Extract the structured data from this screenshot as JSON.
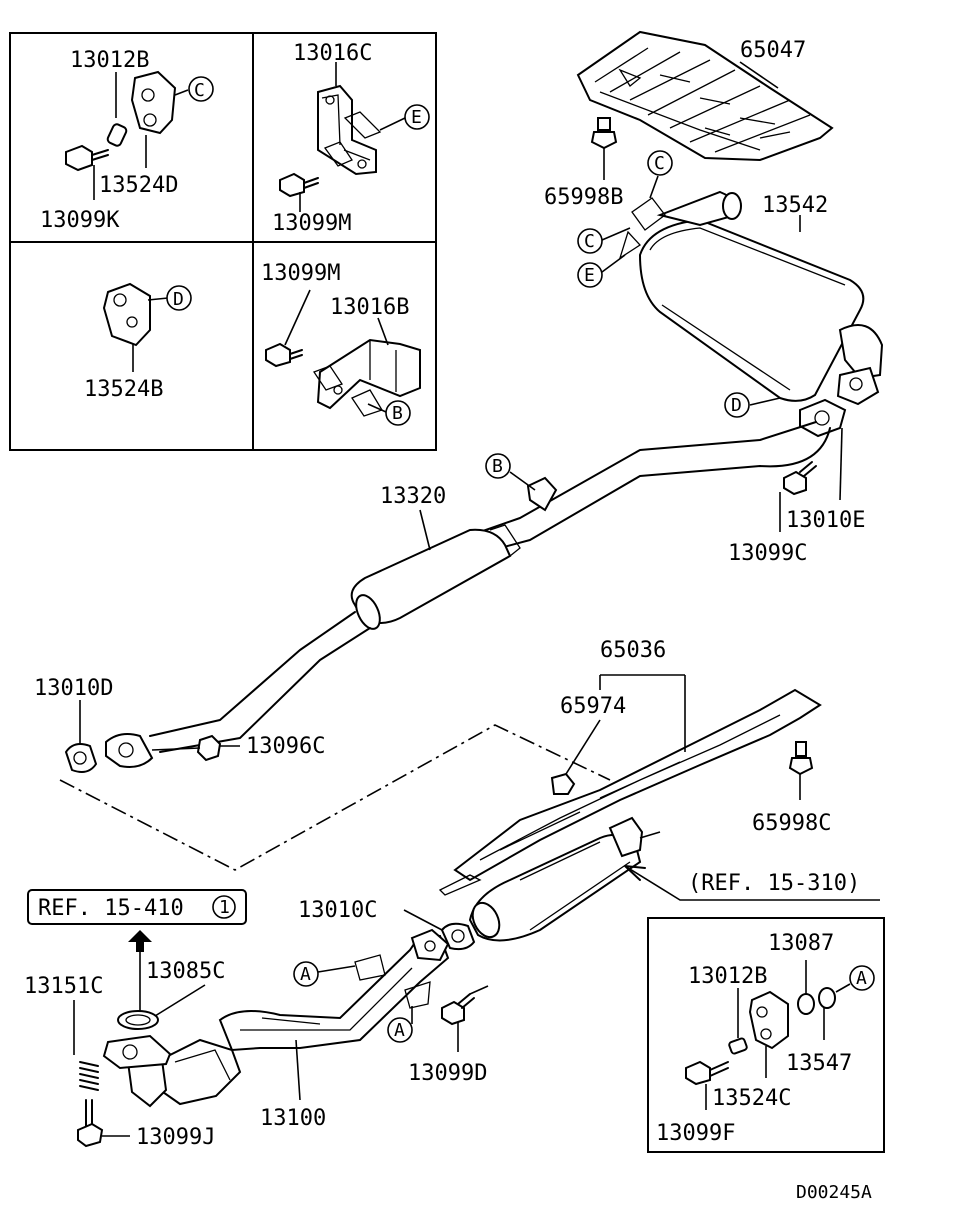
{
  "diagram_code": "D00245A",
  "labels": {
    "p13012B_tl": "13012B",
    "p13524D": "13524D",
    "p13099K": "13099K",
    "p13016C": "13016C",
    "p13099M_top": "13099M",
    "p13524B": "13524B",
    "p13099M_bot": "13099M",
    "p13016B": "13016B",
    "p65047": "65047",
    "p65998B": "65998B",
    "p13542": "13542",
    "p13320": "13320",
    "p13010E": "13010E",
    "p13099C": "13099C",
    "p13010D": "13010D",
    "p13096C": "13096C",
    "p65036": "65036",
    "p65974": "65974",
    "p65998C": "65998C",
    "ref_15_310": "(REF. 15-310)",
    "ref_15_410": "REF. 15-410",
    "ref_15_410_num": "1",
    "p13010C": "13010C",
    "p13151C": "13151C",
    "p13085C": "13085C",
    "p13099D": "13099D",
    "p13100": "13100",
    "p13099J": "13099J",
    "p13087": "13087",
    "p13012B_br": "13012B",
    "p13547": "13547",
    "p13524C": "13524C",
    "p13099F": "13099F"
  },
  "callouts": {
    "C": "C",
    "D": "D",
    "E": "E",
    "B": "B",
    "A": "A"
  }
}
